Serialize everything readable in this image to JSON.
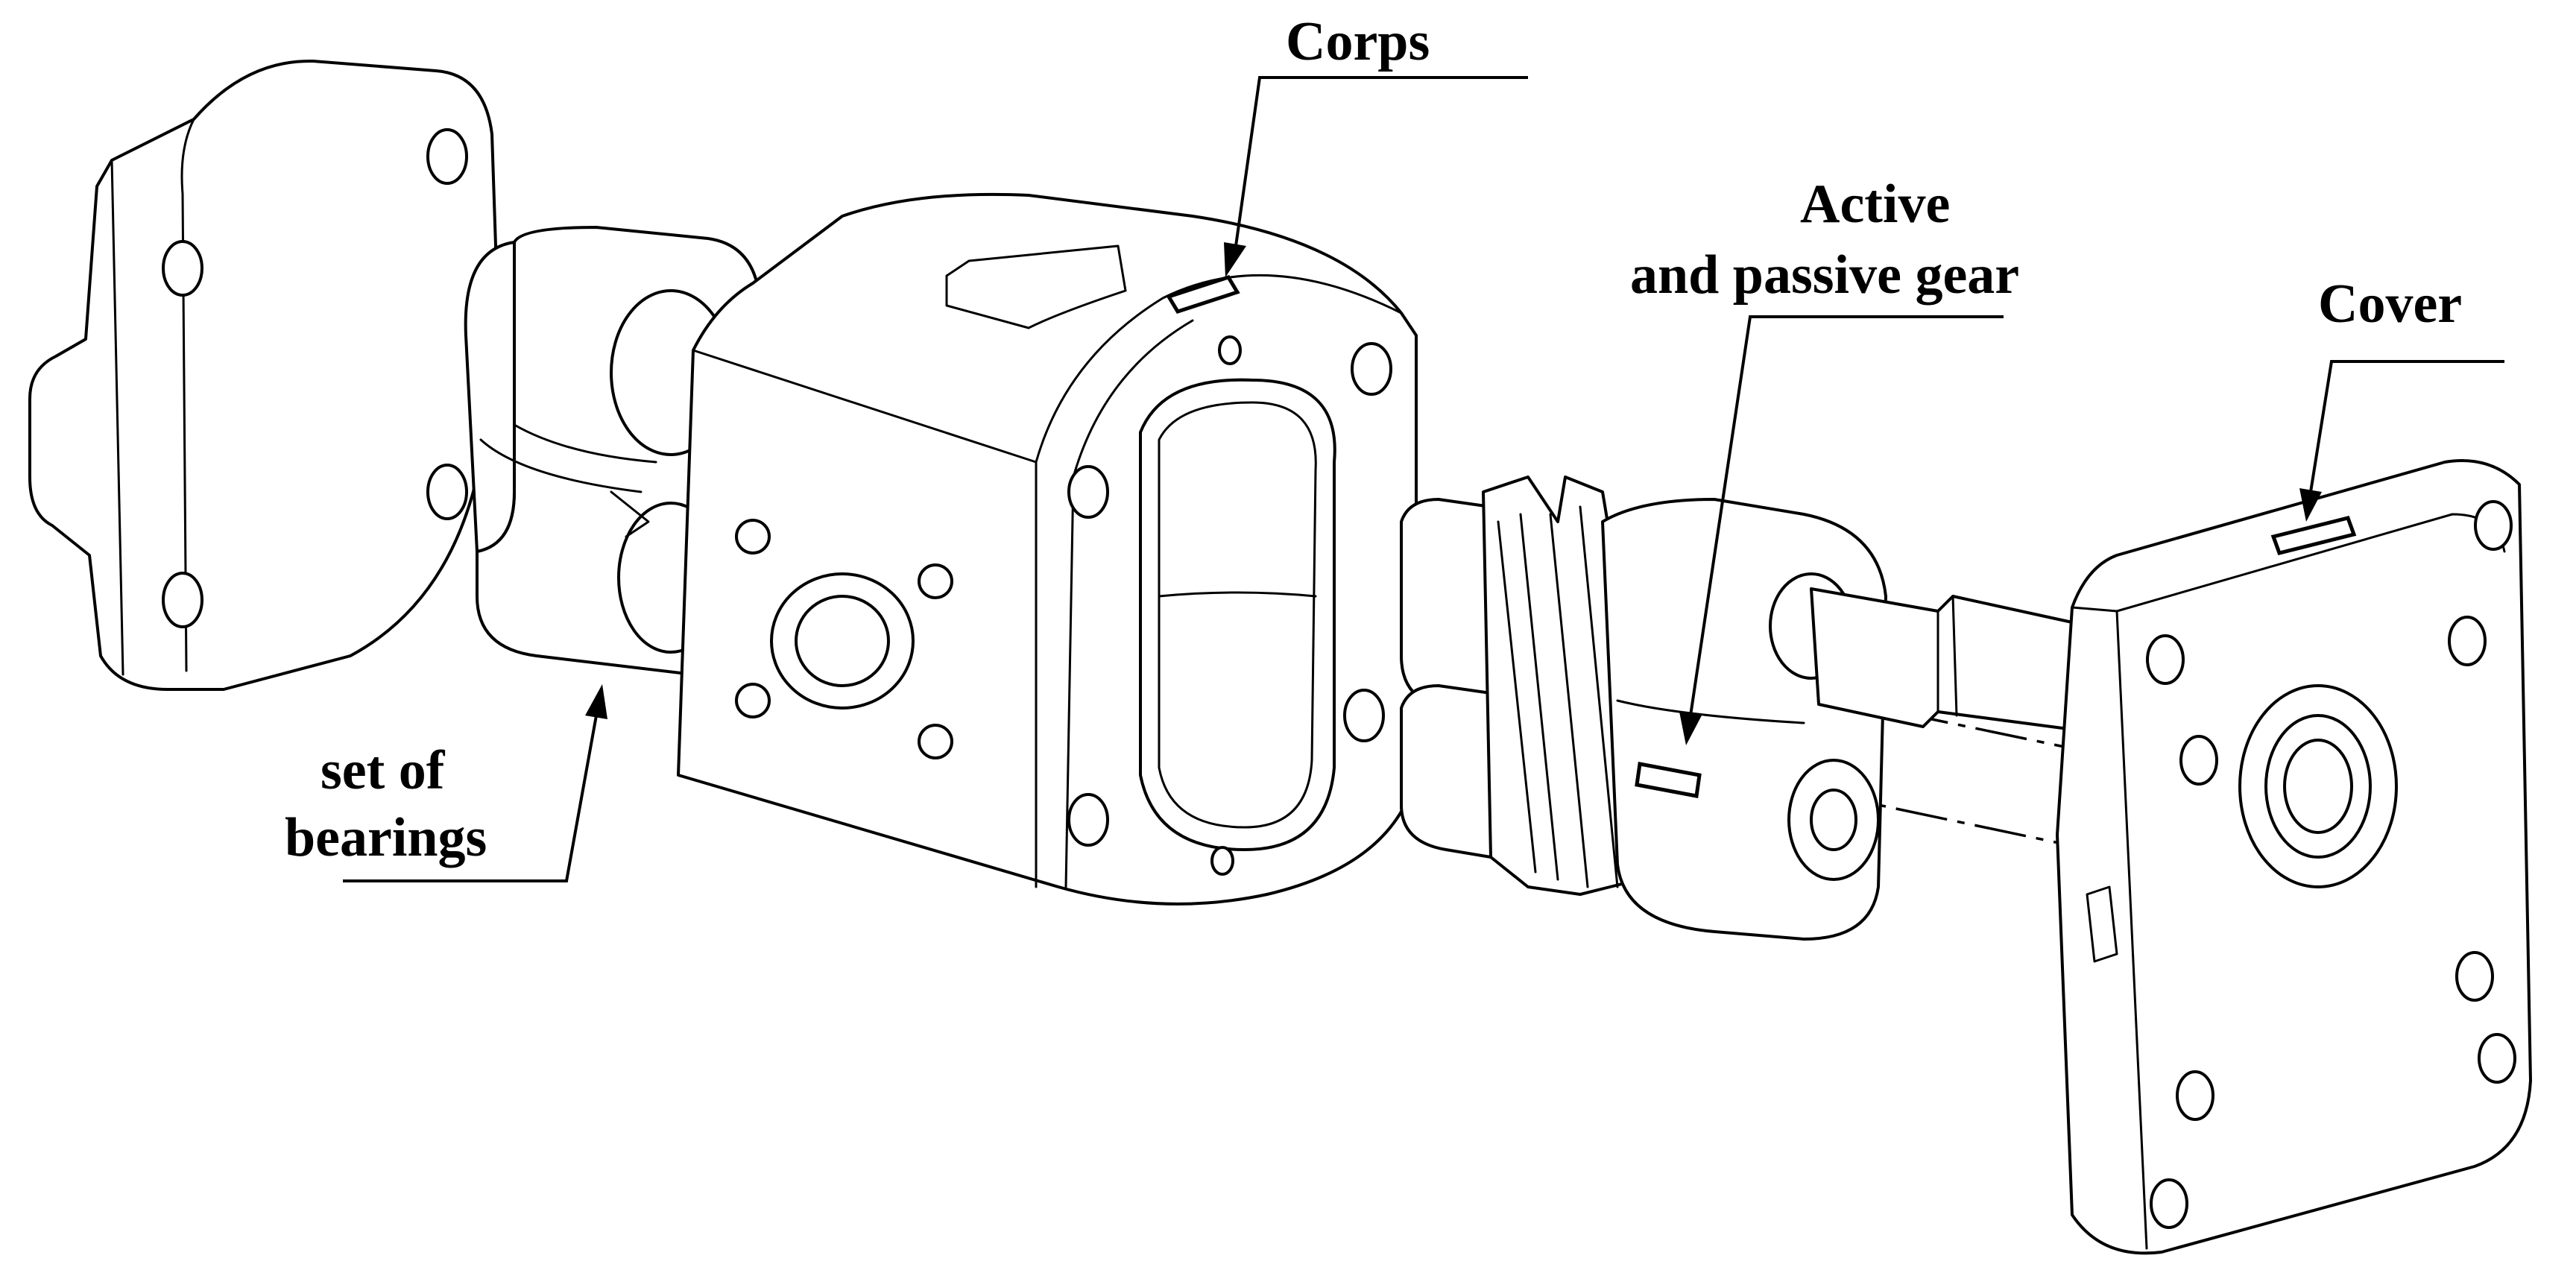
{
  "labels": {
    "corps": "Corps",
    "gear_line1": "Active",
    "gear_line2": "and passive gear",
    "cover": "Cover",
    "bearings_line1": "set of",
    "bearings_line2": "bearings"
  },
  "colors": {
    "line": "#000000",
    "background": "#ffffff"
  }
}
